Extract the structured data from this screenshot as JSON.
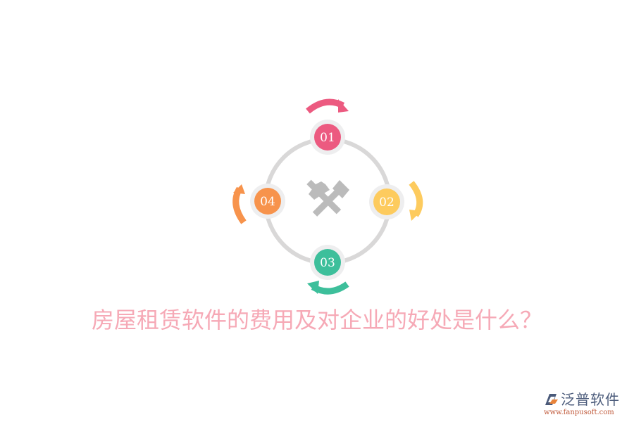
{
  "title": "房屋租赁软件的费用及对企业的好处是什么？",
  "diagram": {
    "center_icon": "hammer-crossed-icon",
    "ring_color": "#d9d8d8",
    "nodes": [
      {
        "label": "01",
        "color": "#ec5a80",
        "position": "top",
        "arrow": "clockwise"
      },
      {
        "label": "02",
        "color": "#fdcb5e",
        "position": "right",
        "arrow": "clockwise"
      },
      {
        "label": "03",
        "color": "#3dbf9b",
        "position": "bottom",
        "arrow": "clockwise"
      },
      {
        "label": "04",
        "color": "#f7934c",
        "position": "left",
        "arrow": "clockwise"
      }
    ]
  },
  "logo": {
    "brand": "泛普软件",
    "url": "www.fanpusoft.com",
    "icon": "fanpu-logo-icon"
  },
  "colors": {
    "title": "#f6a9b6",
    "node_halo": "#eeeeef",
    "icon_gray": "#bbbbbb"
  }
}
